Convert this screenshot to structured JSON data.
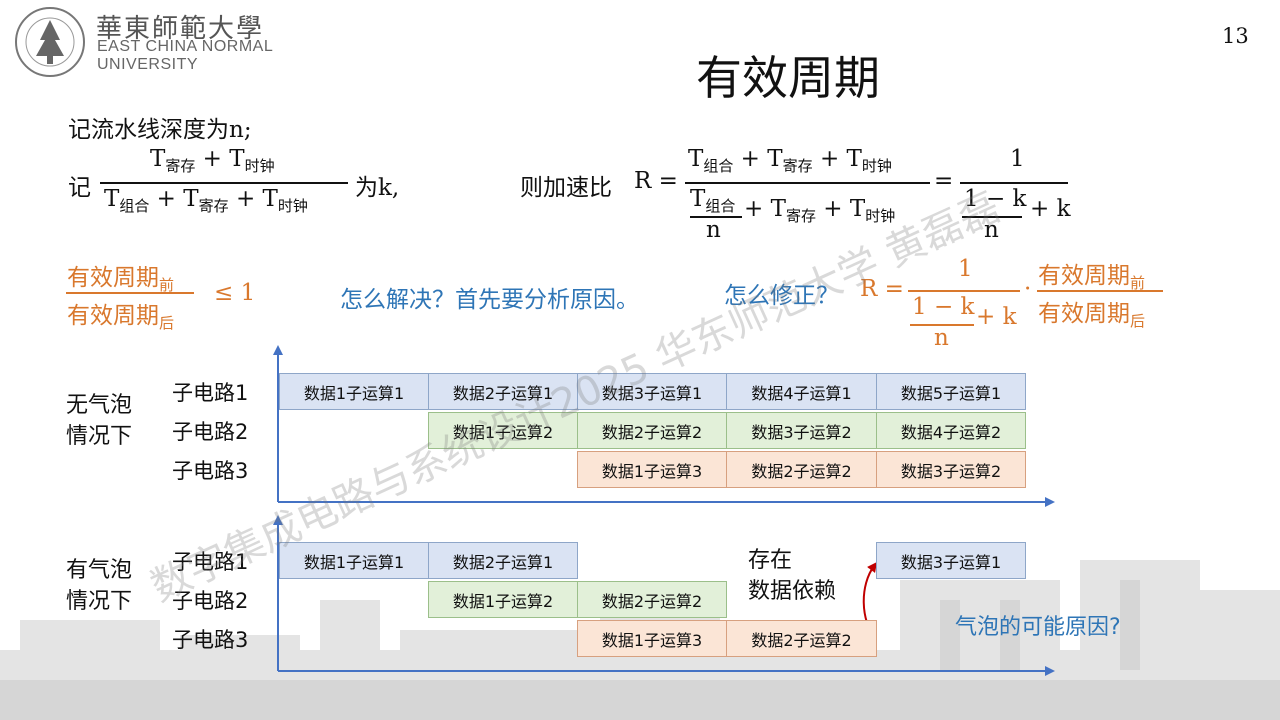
{
  "header": {
    "logo_cn": "華東師範大學",
    "logo_en_line1": "EAST CHINA NORMAL",
    "logo_en_line2": "UNIVERSITY",
    "page_number": "13",
    "title": "有效周期"
  },
  "text": {
    "line1": "记流水线深度为n;",
    "k_prefix": "记",
    "k_num_T1": "T",
    "k_num_s1": "寄存",
    "k_num_plus": "+",
    "k_num_T2": "T",
    "k_num_s2": "时钟",
    "k_den_T1": "T",
    "k_den_s1": "组合",
    "k_den_p1": "+",
    "k_den_T2": "T",
    "k_den_s2": "寄存",
    "k_den_p2": "+",
    "k_den_T3": "T",
    "k_den_s3": "时钟",
    "k_suffix": "为k,",
    "speedup_prefix": "则加速比",
    "R_eq": "R =",
    "r_num_T1": "T",
    "r_num_s1": "组合",
    "r_num_p1": "+",
    "r_num_T2": "T",
    "r_num_s2": "寄存",
    "r_num_p2": "+",
    "r_num_T3": "T",
    "r_num_s3": "时钟",
    "r_den_T1": "T",
    "r_den_s1": "组合",
    "r_den_n": "n",
    "r_den_p1": "+",
    "r_den_T2": "T",
    "r_den_s2": "寄存",
    "r_den_p2": "+",
    "r_den_T3": "T",
    "r_den_s3": "时钟",
    "eq2": "=",
    "one": "1",
    "one_minus_k": "1 − k",
    "n": "n",
    "plus_k": "+ k"
  },
  "effective": {
    "num": "有效周期",
    "num_sub": "前",
    "den": "有效周期",
    "den_sub": "后",
    "leq": "≤ 1",
    "question1": "怎么解决？首先要分析原因。",
    "question2": "怎么修正？",
    "R_eq": "R =",
    "one": "1",
    "one_minus_k": "1 − k",
    "n": "n",
    "plus_k": "+ k",
    "dot": "·",
    "ratio_num": "有效周期",
    "ratio_num_sub": "前",
    "ratio_den": "有效周期",
    "ratio_den_sub": "后"
  },
  "diagram1": {
    "group_label_1": "无气泡",
    "group_label_2": "情况下",
    "rows": [
      "子电路1",
      "子电路2",
      "子电路3"
    ],
    "row1": [
      "数据1子运算1",
      "数据2子运算1",
      "数据3子运算1",
      "数据4子运算1",
      "数据5子运算1"
    ],
    "row2": [
      "数据1子运算2",
      "数据2子运算2",
      "数据3子运算2",
      "数据4子运算2"
    ],
    "row3": [
      "数据1子运算3",
      "数据2子运算2",
      "数据3子运算2"
    ]
  },
  "diagram2": {
    "group_label_1": "有气泡",
    "group_label_2": "情况下",
    "rows": [
      "子电路1",
      "子电路2",
      "子电路3"
    ],
    "row1": [
      "数据1子运算1",
      "数据2子运算1",
      "数据3子运算1"
    ],
    "row2": [
      "数据1子运算2",
      "数据2子运算2"
    ],
    "row3": [
      "数据1子运算3",
      "数据2子运算2"
    ],
    "dependency_1": "存在",
    "dependency_2": "数据依赖",
    "bubble_question": "气泡的可能原因?"
  },
  "watermark": "数字集成电路与系统设计2025 华东师范大学 黄磊磊",
  "colors": {
    "orange": "#d9782d",
    "blue": "#2e75b6",
    "axis": "#4472c4",
    "arrow_red": "#c00000",
    "cell_blue": "#dae3f3",
    "cell_green": "#e2f0d9",
    "cell_orange": "#fbe5d6"
  }
}
